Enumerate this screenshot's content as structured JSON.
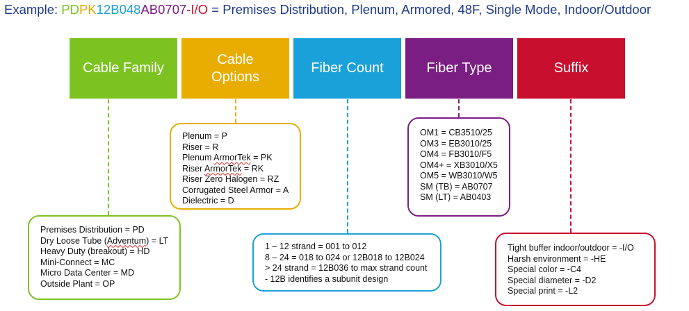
{
  "example": {
    "prefix": "Example: ",
    "parts": [
      {
        "text": "PD",
        "color": "#7cc322"
      },
      {
        "text": "PK",
        "color": "#e5a800"
      },
      {
        "text": "12B048",
        "color": "#1ba1d9"
      },
      {
        "text": "AB0707",
        "color": "#7b1e84"
      },
      {
        "text": "-I/O",
        "color": "#c8102e"
      }
    ],
    "description": " = Premises Distribution, Plenum, Armored, 48F, Single Mode, Indoor/Outdoor",
    "text_color": "#1f3a8a"
  },
  "categories": [
    {
      "label_lines": [
        "Cable Family"
      ],
      "color": "#7cc322",
      "entries": [
        [
          "Premises Distribution = PD"
        ],
        [
          "Dry Loose Tube (",
          {
            "text": "Adventum",
            "squiggle": true
          },
          ") = LT"
        ],
        [
          "Heavy Duty (breakout) = HD"
        ],
        [
          "Mini-Connect = MC"
        ],
        [
          "Micro Data Center = MD"
        ],
        [
          "Outside Plant = OP"
        ]
      ]
    },
    {
      "label_lines": [
        "Cable",
        "Options"
      ],
      "color": "#e8ad00",
      "entries": [
        [
          "Plenum = P"
        ],
        [
          "Riser = R"
        ],
        [
          "Plenum ",
          {
            "text": "ArmorTek",
            "squiggle": true
          },
          " = PK"
        ],
        [
          "Riser ",
          {
            "text": "ArmorTek",
            "squiggle": true
          },
          " = RK"
        ],
        [
          "Riser Zero Halogen = RZ"
        ],
        [
          "Corrugated Steel Armor = A"
        ],
        [
          "Dielectric = D"
        ]
      ]
    },
    {
      "label_lines": [
        "Fiber Count"
      ],
      "color": "#1ba1d9",
      "entries": [
        [
          "1 – 12 strand = 001 to 012"
        ],
        [
          "8 – 24 = 018 to 024 or 12B018 to 12B024"
        ],
        [
          "> 24 strand = 12B036 to max strand count"
        ],
        [
          "- 12B identifies a subunit design"
        ]
      ]
    },
    {
      "label_lines": [
        "Fiber Type"
      ],
      "color": "#7b1e84",
      "entries": [
        [
          "OM1 = CB3510/25"
        ],
        [
          "OM3 = EB3010/25"
        ],
        [
          "OM4 = FB3010/F5"
        ],
        [
          "OM4+ = XB3010/X5"
        ],
        [
          "OM5 = WB3010/W5"
        ],
        [
          "SM (TB) = AB0707"
        ],
        [
          "SM (LT) = AB0403"
        ]
      ]
    },
    {
      "label_lines": [
        "Suffix"
      ],
      "color": "#c8102e",
      "entries": [
        [
          "Tight buffer indoor/outdoor = -I/O"
        ],
        [
          "Harsh environment = -HE"
        ],
        [
          "Special color = -C4"
        ],
        [
          "Special diameter = -D2"
        ],
        [
          "Special print = -L2"
        ]
      ]
    }
  ]
}
